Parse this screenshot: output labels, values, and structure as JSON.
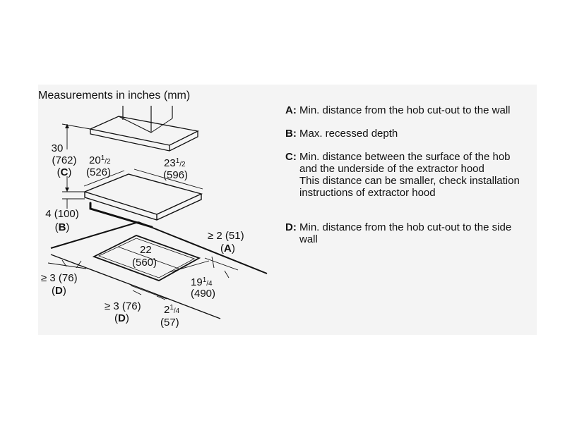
{
  "title": "Measurements in inches (mm)",
  "dimensions": {
    "hood_height_in": "30",
    "hood_height_mm": "(762)",
    "hood_height_key": "C",
    "recess_in": "4 (100)",
    "recess_key": "B",
    "hob_depth_in": "20",
    "hob_depth_frac": "1",
    "hob_depth_den": "/2",
    "hob_depth_mm": "(526)",
    "hob_width_in": "23",
    "hob_width_frac": "1",
    "hob_width_den": "/2",
    "hob_width_mm": "(596)",
    "wall_gap": "≥ 2 (51)",
    "wall_gap_key": "A",
    "cutout_width_in": "22",
    "cutout_width_mm": "(560)",
    "cutout_depth_in": "19",
    "cutout_depth_frac": "1",
    "cutout_depth_den": "/4",
    "cutout_depth_mm": "(490)",
    "side_left": "≥ 3 (76)",
    "side_left_key": "D",
    "side_front": "≥ 3 (76)",
    "side_front_key": "D",
    "front_edge_in": "2",
    "front_edge_frac": "1",
    "front_edge_den": "/4",
    "front_edge_mm": "(57)",
    "open_paren": "(",
    "close_paren": ")"
  },
  "legend": [
    {
      "key": "A",
      "lines": [
        "Min. distance from the hob cut-out to the wall"
      ]
    },
    {
      "key": "B",
      "lines": [
        "Max. recessed depth"
      ]
    },
    {
      "key": "C",
      "lines": [
        "Min. distance between the surface of the hob and the underside of the extractor hood",
        "This distance can be smaller, check installation instructions of extractor hood"
      ]
    },
    {
      "key": "D",
      "lines": [
        "Min. distance from the hob cut-out to the side wall"
      ]
    }
  ]
}
